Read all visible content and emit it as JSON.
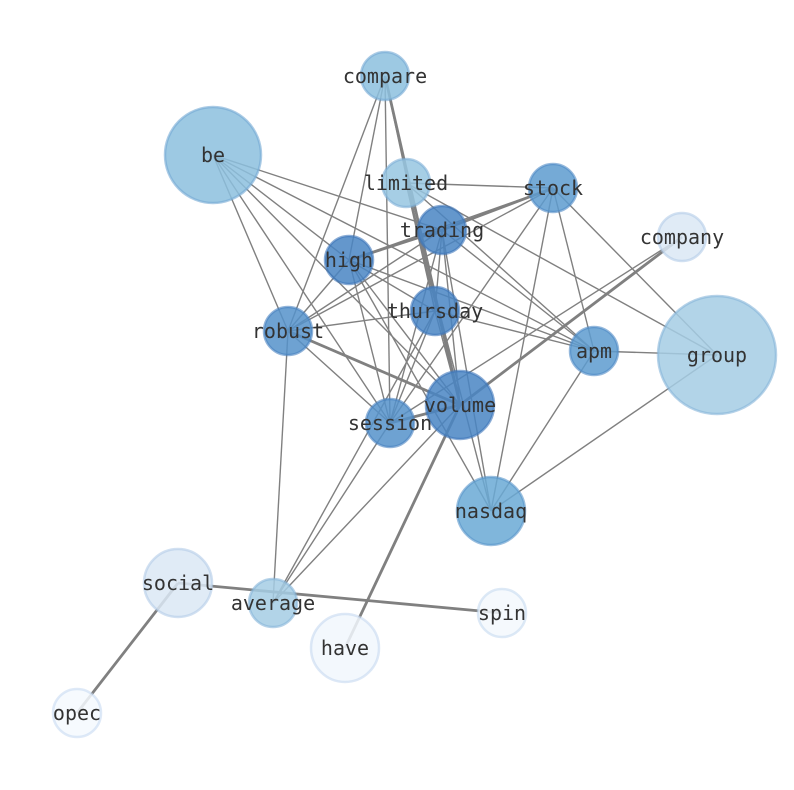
{
  "nodes": [
    {
      "id": "compare",
      "label": "compare",
      "color": "#8cbfde",
      "size": "small"
    },
    {
      "id": "be",
      "label": "be",
      "color": "#8cbfde",
      "size": "large"
    },
    {
      "id": "limited",
      "label": "limited",
      "color": "#96c5e1",
      "size": "small"
    },
    {
      "id": "stock",
      "label": "stock",
      "color": "#5d9bcf",
      "size": "small"
    },
    {
      "id": "company",
      "label": "company",
      "color": "#dae7f4",
      "size": "small"
    },
    {
      "id": "trading",
      "label": "trading",
      "color": "#4985c3",
      "size": "small"
    },
    {
      "id": "high",
      "label": "high",
      "color": "#4985c3",
      "size": "small"
    },
    {
      "id": "thursday",
      "label": "thursday",
      "color": "#4985c3",
      "size": "small"
    },
    {
      "id": "robust",
      "label": "robust",
      "color": "#5592ca",
      "size": "small"
    },
    {
      "id": "apm",
      "label": "apm",
      "color": "#5d9bcf",
      "size": "small"
    },
    {
      "id": "group",
      "label": "group",
      "color": "#a4cce4",
      "size": "xlarge"
    },
    {
      "id": "volume",
      "label": "volume",
      "color": "#4985c3",
      "size": "medium"
    },
    {
      "id": "session",
      "label": "session",
      "color": "#5592ca",
      "size": "small"
    },
    {
      "id": "nasdaq",
      "label": "nasdaq",
      "color": "#6aa9d5",
      "size": "medium"
    },
    {
      "id": "social",
      "label": "social",
      "color": "#dae7f4",
      "size": "medium"
    },
    {
      "id": "average",
      "label": "average",
      "color": "#a4cce4",
      "size": "small"
    },
    {
      "id": "spin",
      "label": "spin",
      "color": "#f3f8fd",
      "size": "small"
    },
    {
      "id": "have",
      "label": "have",
      "color": "#f1f7fd",
      "size": "medium"
    },
    {
      "id": "opec",
      "label": "opec",
      "color": "#f4f9fe",
      "size": "small"
    }
  ],
  "edges": [
    [
      "compare",
      "robust",
      1
    ],
    [
      "compare",
      "high",
      1
    ],
    [
      "compare",
      "session",
      1
    ],
    [
      "compare",
      "volume",
      2
    ],
    [
      "compare",
      "thursday",
      1
    ],
    [
      "be",
      "trading",
      1
    ],
    [
      "be",
      "high",
      1
    ],
    [
      "be",
      "apm",
      1
    ],
    [
      "be",
      "robust",
      1
    ],
    [
      "be",
      "session",
      1
    ],
    [
      "be",
      "volume",
      1
    ],
    [
      "limited",
      "stock",
      1
    ],
    [
      "limited",
      "thursday",
      1
    ],
    [
      "limited",
      "volume",
      1
    ],
    [
      "limited",
      "group",
      1
    ],
    [
      "limited",
      "apm",
      1
    ],
    [
      "limited",
      "nasdaq",
      1
    ],
    [
      "stock",
      "trading",
      2
    ],
    [
      "stock",
      "high",
      1
    ],
    [
      "stock",
      "robust",
      1
    ],
    [
      "stock",
      "session",
      1
    ],
    [
      "stock",
      "nasdaq",
      1
    ],
    [
      "stock",
      "apm",
      1
    ],
    [
      "stock",
      "group",
      1
    ],
    [
      "trading",
      "high",
      2
    ],
    [
      "trading",
      "robust",
      1
    ],
    [
      "trading",
      "session",
      1
    ],
    [
      "trading",
      "volume",
      1
    ],
    [
      "trading",
      "nasdaq",
      1
    ],
    [
      "trading",
      "thursday",
      1
    ],
    [
      "trading",
      "apm",
      1
    ],
    [
      "company",
      "volume",
      2
    ],
    [
      "company",
      "session",
      1
    ],
    [
      "high",
      "thursday",
      1
    ],
    [
      "high",
      "volume",
      1
    ],
    [
      "high",
      "session",
      1
    ],
    [
      "high",
      "apm",
      1
    ],
    [
      "high",
      "nasdaq",
      1
    ],
    [
      "high",
      "robust",
      1
    ],
    [
      "thursday",
      "robust",
      1
    ],
    [
      "thursday",
      "session",
      1
    ],
    [
      "thursday",
      "volume",
      1
    ],
    [
      "thursday",
      "apm",
      1
    ],
    [
      "robust",
      "volume",
      2
    ],
    [
      "robust",
      "average",
      1
    ],
    [
      "robust",
      "session",
      1
    ],
    [
      "apm",
      "group",
      1
    ],
    [
      "apm",
      "nasdaq",
      1
    ],
    [
      "group",
      "nasdaq",
      1
    ],
    [
      "volume",
      "session",
      2
    ],
    [
      "volume",
      "have",
      2
    ],
    [
      "volume",
      "average",
      1
    ],
    [
      "session",
      "average",
      1
    ],
    [
      "thursday",
      "average",
      1
    ],
    [
      "social",
      "spin",
      2
    ],
    [
      "social",
      "opec",
      2
    ]
  ]
}
